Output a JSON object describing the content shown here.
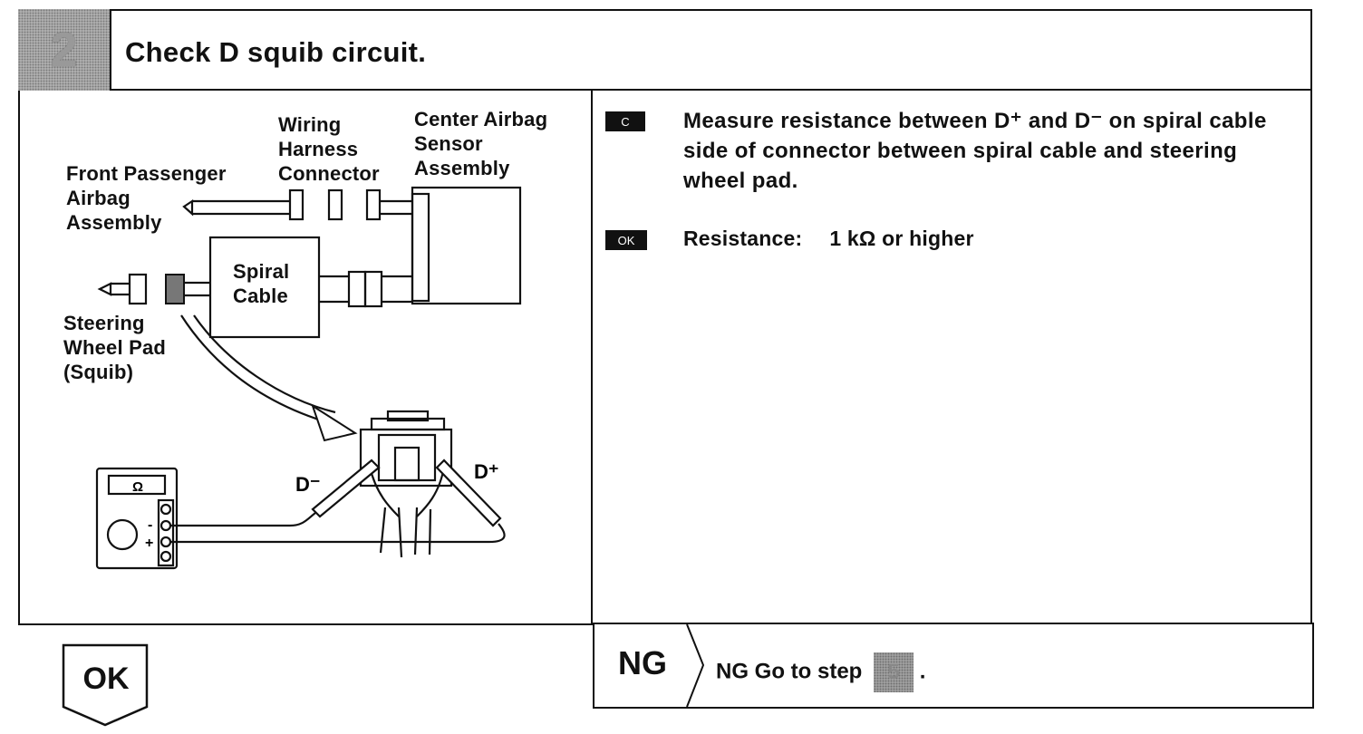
{
  "header": {
    "step_number": "2",
    "title": "Check D squib circuit."
  },
  "diagram": {
    "labels": {
      "front_passenger": "Front Passenger\nAirbag\nAssembly",
      "wiring_harness": "Wiring\nHarness\nConnector",
      "center_airbag": "Center Airbag\nSensor\nAssembly",
      "spiral_cable": "Spiral\nCable",
      "steering_wheel": "Steering\nWheel Pad\n(Squib)",
      "d_minus": "D⁻",
      "d_plus": "D⁺",
      "ohm": "Ω",
      "meter_minus": "-",
      "meter_plus": "+"
    }
  },
  "instructions": {
    "c_tag": "C",
    "measure_text": "Measure resistance between D⁺ and D⁻ on spiral cable side of connector between spiral cable and steering wheel pad.",
    "ok_tag": "OK",
    "resistance_label": "Resistance:",
    "resistance_value": "1 kΩ or higher"
  },
  "results": {
    "ng_label": "NG",
    "ng_text": "NG Go to step",
    "ng_step": "5",
    "ng_period": ".",
    "ok_label": "OK"
  }
}
